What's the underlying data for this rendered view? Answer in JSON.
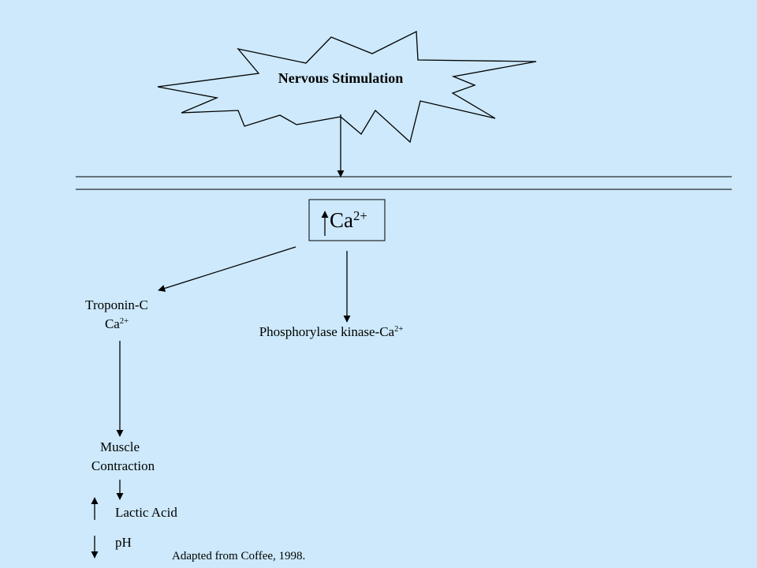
{
  "stimulus": {
    "label": "Nervous Stimulation"
  },
  "calcium": {
    "base": "Ca",
    "sup": "2+",
    "icon": "up-arrow-icon"
  },
  "troponin": {
    "line1": "Troponin-C",
    "line2_base": "Ca",
    "line2_sup": "2+"
  },
  "phosphorylase": {
    "base": "Phosphorylase kinase-Ca",
    "sup": "2+"
  },
  "contraction": {
    "line1": "Muscle",
    "line2": "Contraction"
  },
  "effects": [
    {
      "label": "Lactic Acid",
      "direction": "up",
      "icon": "up-arrow-icon"
    },
    {
      "label": "pH",
      "direction": "down",
      "icon": "down-arrow-icon"
    }
  ],
  "citation": "Adapted from Coffee, 1998.",
  "colors": {
    "background": "#cde9fb",
    "stroke": "#000000"
  }
}
